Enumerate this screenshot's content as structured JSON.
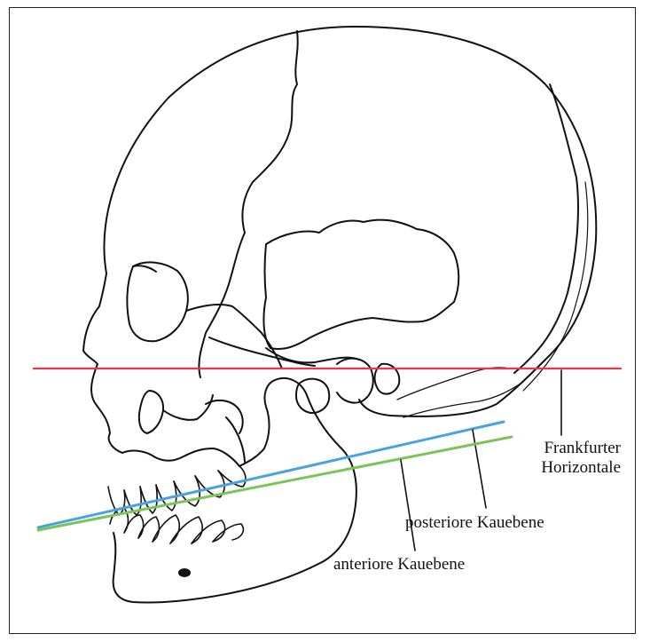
{
  "labels": {
    "frankfurt_line1": "Frankfurter",
    "frankfurt_line2": "Horizontale",
    "posterior": "posteriore Kauebene",
    "anterior": "anteriore Kauebene"
  },
  "colors": {
    "frankfurt_line": "#e8384f",
    "posterior_plane": "#4aa3df",
    "anterior_plane": "#7cc35a",
    "drawing_ink": "#111111"
  }
}
